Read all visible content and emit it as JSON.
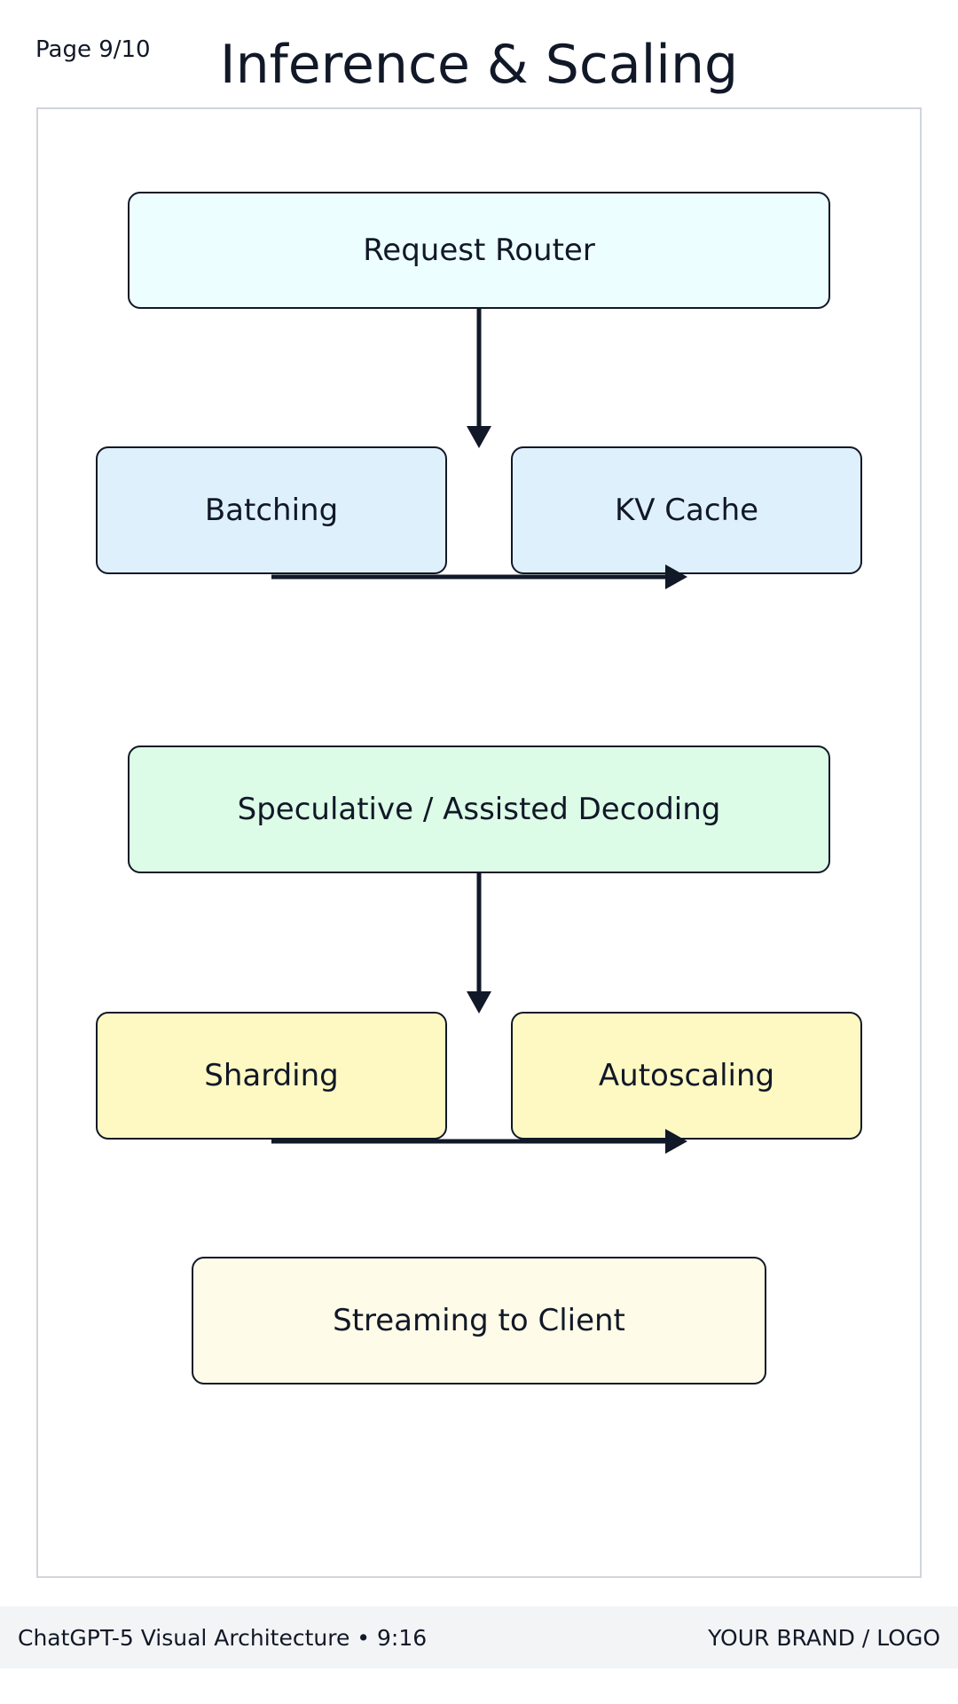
{
  "header": {
    "page_indicator": "Page 9/10",
    "title": "Inference & Scaling"
  },
  "diagram": {
    "nodes": {
      "router": "Request Router",
      "batching": "Batching",
      "kv_cache": "KV Cache",
      "spec_decoding": "Speculative / Assisted Decoding",
      "sharding": "Sharding",
      "autoscaling": "Autoscaling",
      "streaming": "Streaming to Client"
    },
    "edges": [
      {
        "from": "router",
        "to": "batching"
      },
      {
        "from": "batching",
        "to": "kv_cache"
      },
      {
        "from": "spec_decoding",
        "to": "sharding"
      },
      {
        "from": "sharding",
        "to": "autoscaling"
      }
    ],
    "colors": {
      "stroke": "#111827",
      "router_fill": "#ecfeff",
      "cache_fill": "#dff0fd",
      "decoding_fill": "#dcfce7",
      "scaling_fill": "#fef9c3",
      "streaming_fill": "#fefce8",
      "frame": "#d1d5db"
    }
  },
  "footer": {
    "left_text": "ChatGPT-5 Visual Architecture • 9:16",
    "right_text": "YOUR BRAND / LOGO"
  }
}
